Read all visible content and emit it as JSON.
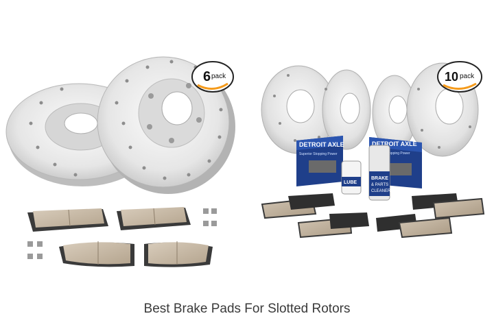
{
  "left_product": {
    "badge_number": "6",
    "badge_word": "pack"
  },
  "right_product": {
    "badge_number": "10",
    "badge_word": "pack",
    "box_brand_left": "DETROIT AXLE",
    "box_brand_right": "DETROIT AXLE",
    "box_tagline": "Superior Stopping Power",
    "bottle_small_label": "LUBE",
    "can_label_line1": "BRAKE",
    "can_label_line2": "& PARTS",
    "can_label_line3": "CLEANER"
  },
  "caption": "Best Brake Pads For Slotted Rotors",
  "colors": {
    "rotor_face": "#ececec",
    "rotor_shadow": "#c9c9c9",
    "pad_friction": "#c8b9a5",
    "pad_backing": "#3a3a3a",
    "box_blue": "#1f3f8a",
    "amazon_orange": "#f59b1c"
  }
}
